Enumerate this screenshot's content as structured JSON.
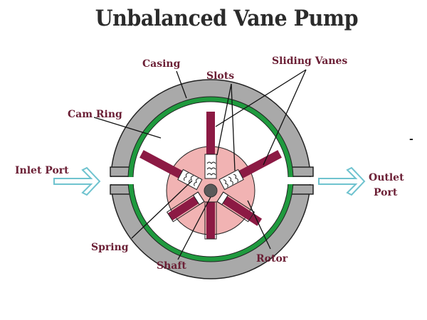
{
  "title": "Unbalanced Vane Pump",
  "colors": {
    "casing": "#a9a9a9",
    "cam_ring": "#1f9a3e",
    "rotor": "#f1b3b3",
    "vane": "#8c1a44",
    "shaft": "#5a5a5a",
    "label": "#6b1f35",
    "arrow": "#6fc3cf",
    "outline": "#222222"
  },
  "labels": {
    "casing": "Casing",
    "slots": "Slots",
    "sliding_vanes": "Sliding Vanes",
    "cam_ring": "Cam Ring",
    "inlet_port": "Inlet Port",
    "outlet_port_line1": "Outlet",
    "outlet_port_line2": "Port",
    "spring": "Spring",
    "shaft": "Shaft",
    "rotor": "Rotor"
  },
  "stray_mark": "-"
}
